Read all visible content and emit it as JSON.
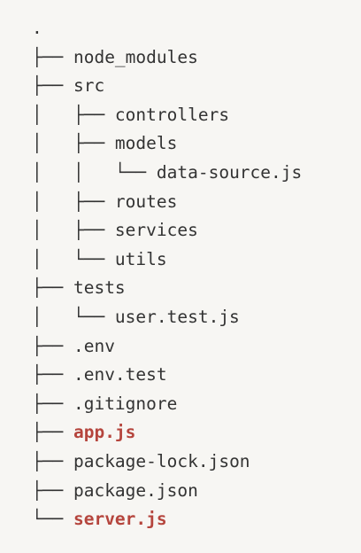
{
  "tree": {
    "root": ".",
    "entries": [
      {
        "prefix": "├── ",
        "name": "node_modules",
        "highlight": false
      },
      {
        "prefix": "├── ",
        "name": "src",
        "highlight": false
      },
      {
        "prefix": "│   ├── ",
        "name": "controllers",
        "highlight": false
      },
      {
        "prefix": "│   ├── ",
        "name": "models",
        "highlight": false
      },
      {
        "prefix": "│   │   └── ",
        "name": "data-source.js",
        "highlight": false
      },
      {
        "prefix": "│   ├── ",
        "name": "routes",
        "highlight": false
      },
      {
        "prefix": "│   ├── ",
        "name": "services",
        "highlight": false
      },
      {
        "prefix": "│   └── ",
        "name": "utils",
        "highlight": false
      },
      {
        "prefix": "├── ",
        "name": "tests",
        "highlight": false
      },
      {
        "prefix": "│   └── ",
        "name": "user.test.js",
        "highlight": false
      },
      {
        "prefix": "├── ",
        "name": ".env",
        "highlight": false
      },
      {
        "prefix": "├── ",
        "name": ".env.test",
        "highlight": false
      },
      {
        "prefix": "├── ",
        "name": ".gitignore",
        "highlight": false
      },
      {
        "prefix": "├── ",
        "name": "app.js",
        "highlight": true
      },
      {
        "prefix": "├── ",
        "name": "package-lock.json",
        "highlight": false
      },
      {
        "prefix": "├── ",
        "name": "package.json",
        "highlight": false
      },
      {
        "prefix": "└── ",
        "name": "server.js",
        "highlight": true
      }
    ]
  },
  "colors": {
    "background": "#f7f6f3",
    "text": "#333333",
    "highlight": "#b5453d"
  }
}
